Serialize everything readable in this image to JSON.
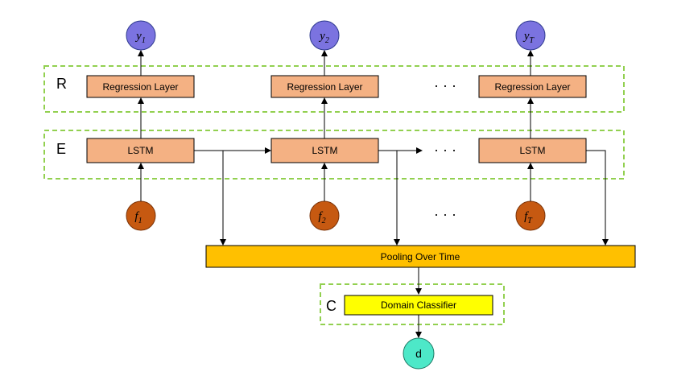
{
  "region_labels": {
    "regression": "R",
    "encoder": "E",
    "classifier": "C"
  },
  "outputs": [
    {
      "name": "y",
      "sub": "1"
    },
    {
      "name": "y",
      "sub": "2"
    },
    {
      "name": "y",
      "sub": "T"
    }
  ],
  "inputs": [
    {
      "name": "f",
      "sub": "1"
    },
    {
      "name": "f",
      "sub": "2"
    },
    {
      "name": "f",
      "sub": "T"
    }
  ],
  "regression_label": "Regression Layer",
  "lstm_label": "LSTM",
  "ellipsis": "· · ·",
  "pooling_label": "Pooling Over Time",
  "classifier_label": "Domain Classifier",
  "domain_output": "d",
  "colors": {
    "output_node": "#7b73e0",
    "input_node": "#c65911",
    "box_fill": "#f4b183",
    "pool_fill": "#ffc000",
    "classifier_fill": "#ffff00",
    "domain_node": "#4de8c8",
    "dashed_border": "#92d050"
  }
}
